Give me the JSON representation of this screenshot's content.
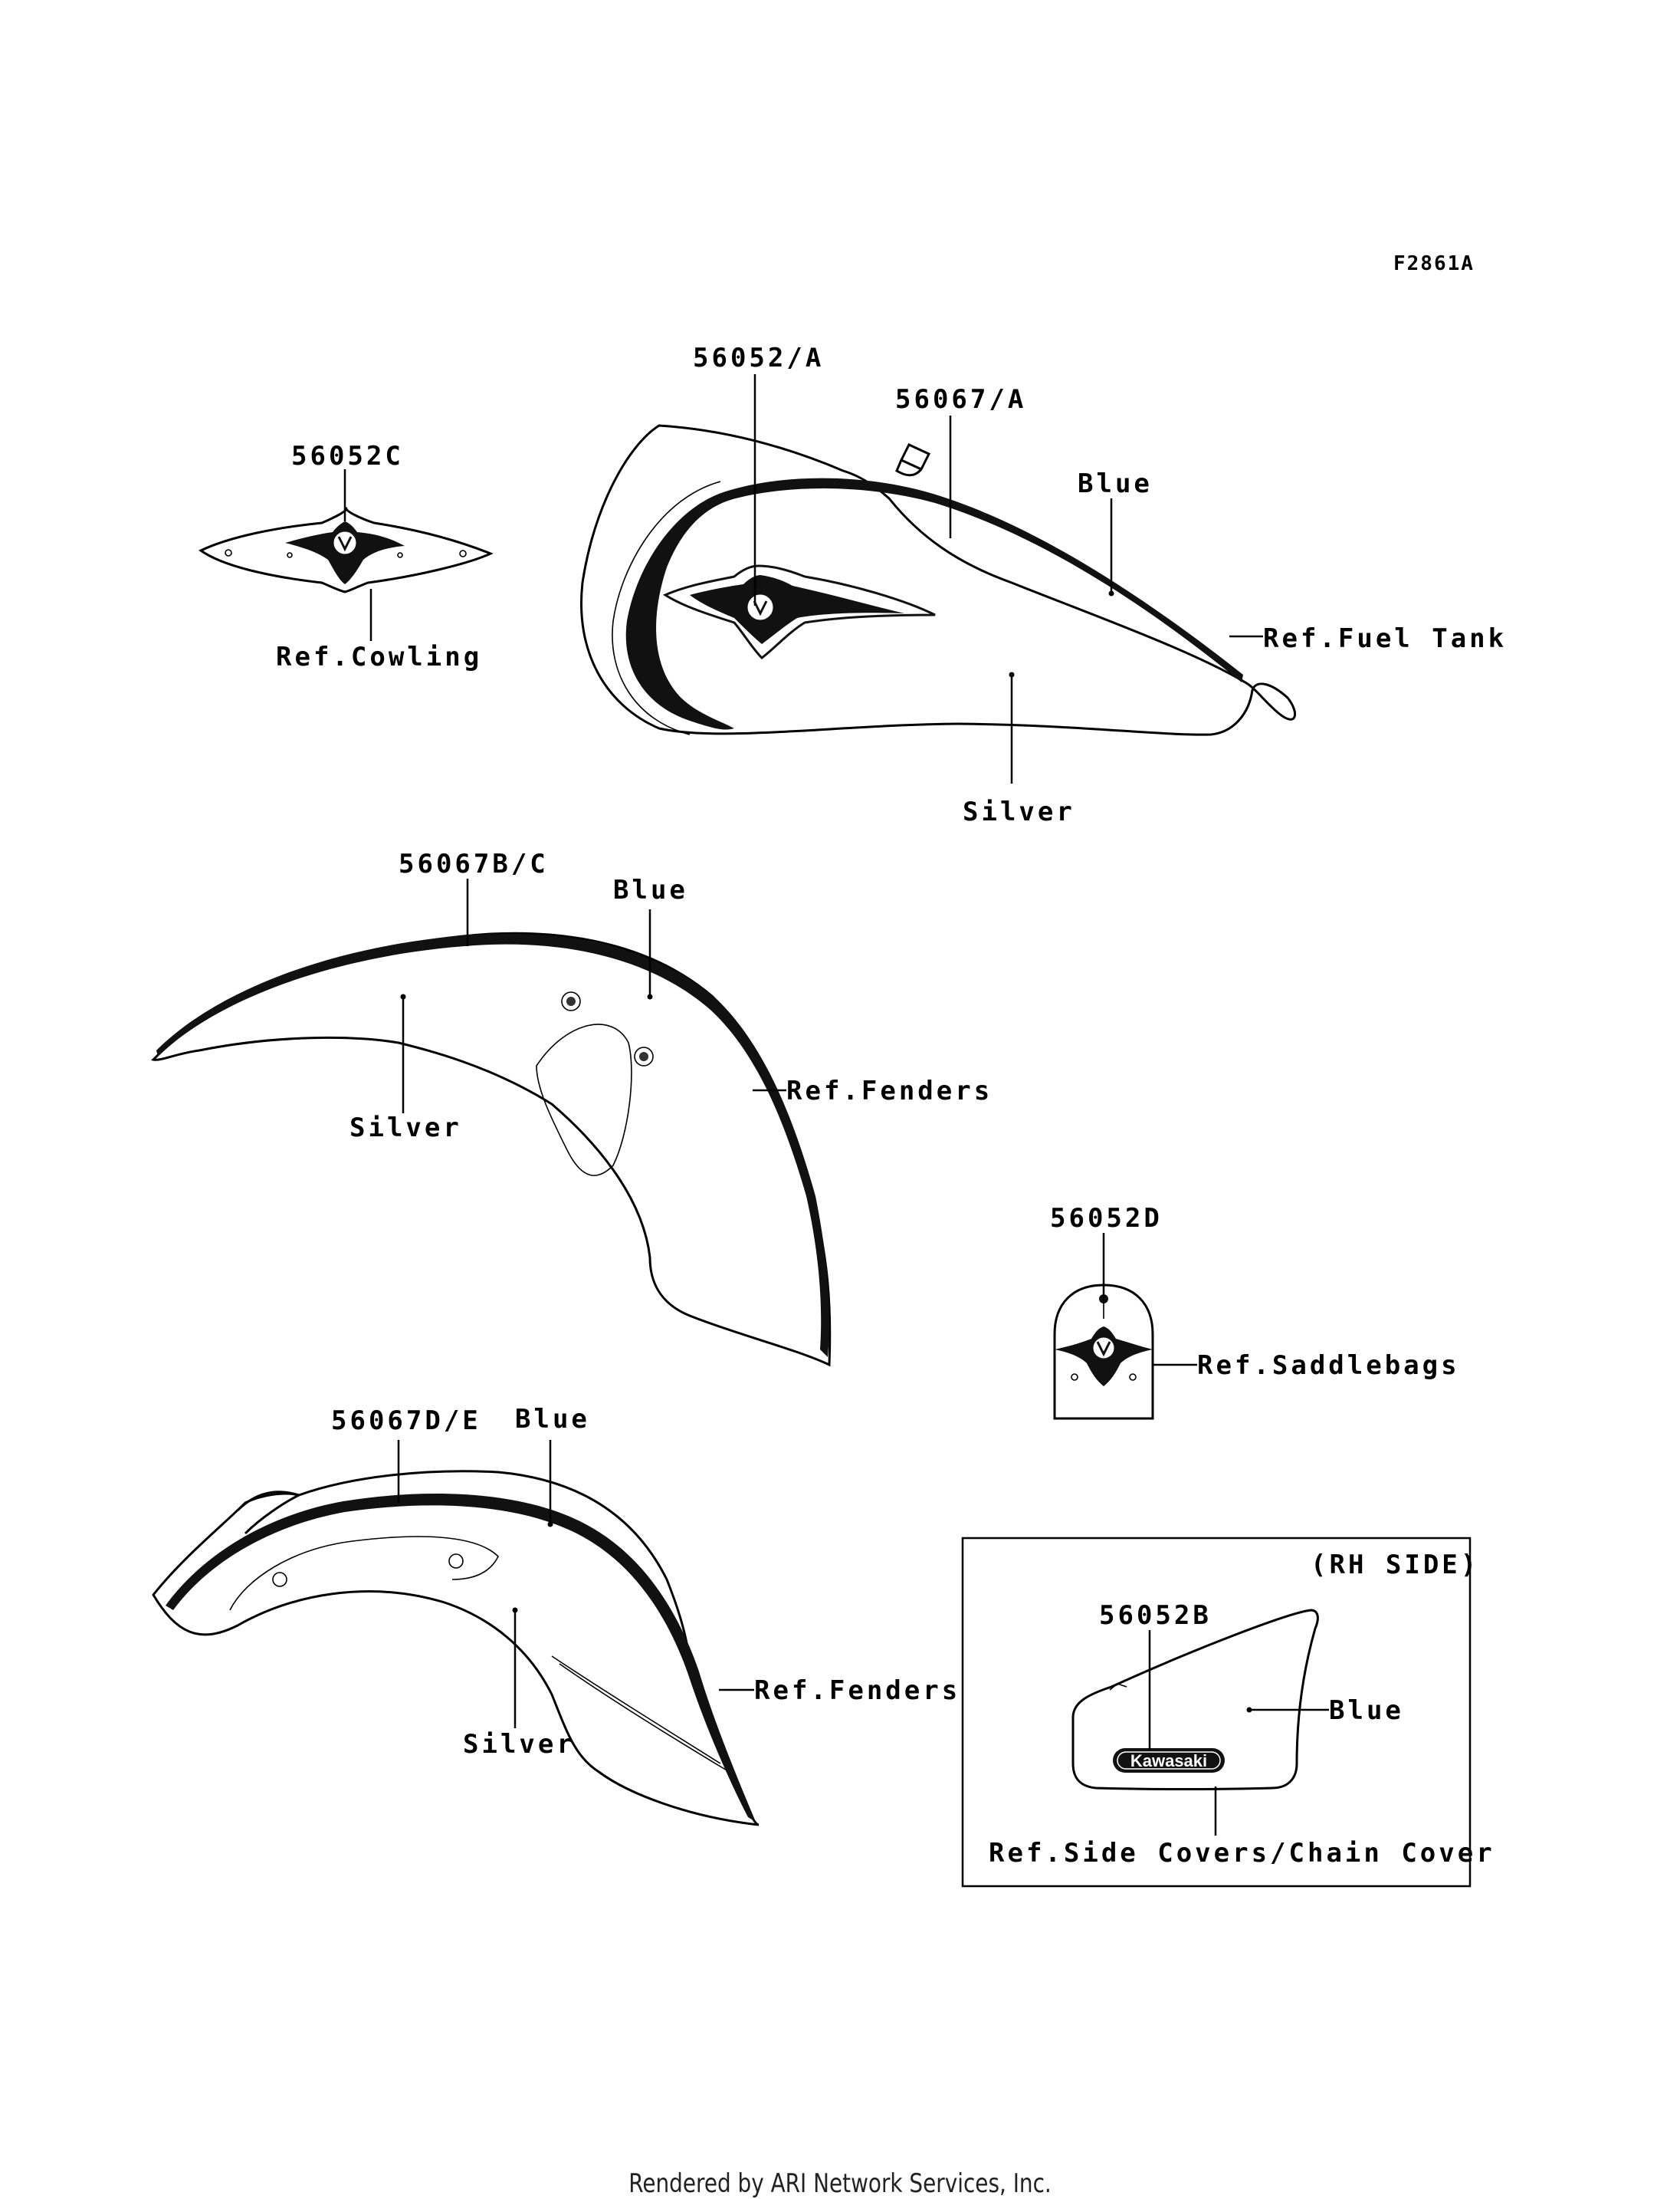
{
  "figure_code": "F2861A",
  "footer": "Rendered by ARI Network Services, Inc.",
  "cowling": {
    "part": "56052C",
    "ref": "Ref.Cowling"
  },
  "fuel_tank": {
    "part_emblem": "56052/A",
    "part_stripe": "56067/A",
    "color_top": "Blue",
    "color_main": "Silver",
    "ref": "Ref.Fuel Tank"
  },
  "front_fender": {
    "part": "56067B/C",
    "color_top": "Blue",
    "color_main": "Silver",
    "ref": "Ref.Fenders"
  },
  "saddlebag": {
    "part": "56052D",
    "ref": "Ref.Saddlebags"
  },
  "rear_fender": {
    "part": "56067D/E",
    "color_top": "Blue",
    "color_main": "Silver",
    "ref": "Ref.Fenders"
  },
  "side_cover": {
    "side": "(RH SIDE)",
    "part": "56052B",
    "color": "Blue",
    "brand": "Kawasaki",
    "ref": "Ref.Side Covers/Chain Cover"
  }
}
